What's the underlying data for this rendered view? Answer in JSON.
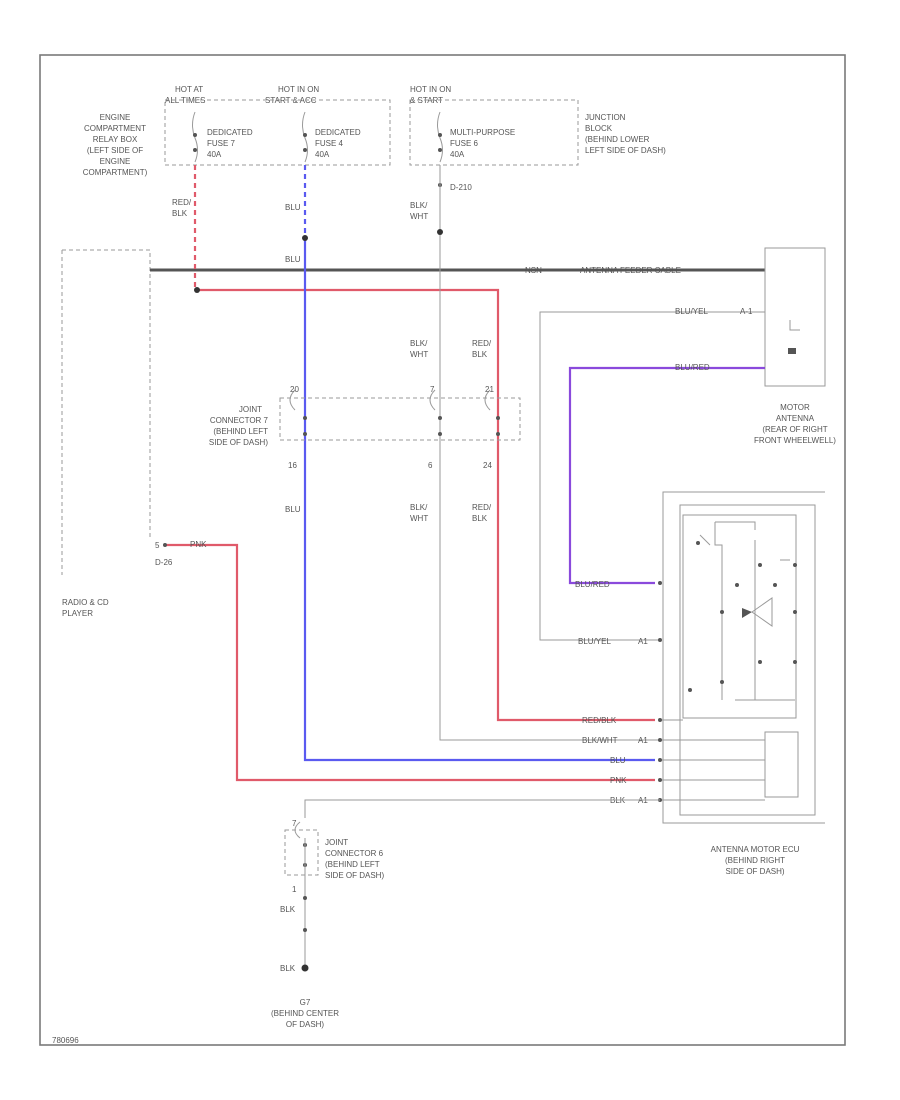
{
  "diagram_id": "780696",
  "colors": {
    "red": "#e05a6a",
    "blue": "#5a5af0",
    "purple": "#8a4adc",
    "gray": "#9a9a9a",
    "cable": "#555555",
    "frame": "#7a7a7a",
    "text": "#555555"
  },
  "power_sources": {
    "hot_at_all_times": {
      "line1": "HOT AT",
      "line2": "ALL TIMES"
    },
    "hot_in_on_start_acc": {
      "line1": "HOT IN ON",
      "line2": "START & ACC"
    },
    "hot_in_on_start": {
      "line1": "HOT IN ON",
      "line2": "& START"
    }
  },
  "engine_relay_box": {
    "lines": [
      "ENGINE",
      "COMPARTMENT",
      "RELAY BOX",
      "(LEFT SIDE OF",
      "ENGINE",
      "COMPARTMENT)"
    ]
  },
  "junction_block": {
    "lines": [
      "JUNCTION",
      "BLOCK",
      "(BEHIND LOWER",
      "LEFT SIDE OF DASH)"
    ]
  },
  "fuses": {
    "fuse7": {
      "lines": [
        "DEDICATED",
        "FUSE 7",
        "40A"
      ]
    },
    "fuse4": {
      "lines": [
        "DEDICATED",
        "FUSE 4",
        "40A"
      ]
    },
    "mp_fuse6": {
      "lines": [
        "MULTI-PURPOSE",
        "FUSE 6",
        "40A"
      ]
    }
  },
  "wire_labels": {
    "red_blk_1": {
      "line1": "RED/",
      "line2": "BLK"
    },
    "blu_1": "BLU",
    "blu_wht_1": {
      "line1": "BLK/",
      "line2": "WHT"
    },
    "blu_2": "BLU",
    "blk_wht_2": {
      "line1": "BLK/",
      "line2": "WHT"
    },
    "red_blk_2": {
      "line1": "RED/",
      "line2": "BLK"
    },
    "blu_3": "BLU",
    "blk_wht_3": {
      "line1": "BLK/",
      "line2": "WHT"
    },
    "red_blk_3": {
      "line1": "RED/",
      "line2": "BLK"
    },
    "pnk": "PNK",
    "blk_1": "BLK",
    "blk_2": "BLK"
  },
  "connectors": {
    "d210": "D-210",
    "d26": "D-26",
    "jc7_pins": [
      "20",
      "7",
      "21"
    ],
    "jc7_pins_bottom": [
      "16",
      "6",
      "24"
    ],
    "jc6_pins": [
      "7",
      "1"
    ]
  },
  "antenna_feeder": {
    "code": "NSN",
    "label": "ANTENNA FEEDER CABLE"
  },
  "motor_wires": {
    "top": {
      "code": "BLU/YEL",
      "pin": "A-1"
    },
    "mid": {
      "code": "BLU/RED",
      "pin": ""
    }
  },
  "motor_antenna": {
    "lines": [
      "MOTOR",
      "ANTENNA",
      "(REAR OF RIGHT",
      "FRONT WHEELWELL)"
    ]
  },
  "joint_connector_7": {
    "lines": [
      "JOINT",
      "CONNECTOR 7",
      "(BEHIND LEFT",
      "SIDE OF DASH)"
    ]
  },
  "joint_connector_6": {
    "lines": [
      "JOINT",
      "CONNECTOR 6",
      "(BEHIND LEFT",
      "SIDE OF DASH)"
    ]
  },
  "radio": {
    "lines": [
      "RADIO & CD",
      "PLAYER"
    ],
    "pin": "5"
  },
  "ecu": {
    "lines": [
      "ANTENNA MOTOR ECU",
      "(BEHIND RIGHT",
      "SIDE OF DASH)"
    ]
  },
  "ecu_wires": [
    {
      "code": "BLU/RED",
      "pin": ""
    },
    {
      "code": "BLU/YEL",
      "pin": "A1"
    },
    {
      "code": "RED/BLK",
      "pin": ""
    },
    {
      "code": "BLK/WHT",
      "pin": "A1"
    },
    {
      "code": "BLU",
      "pin": ""
    },
    {
      "code": "PNK",
      "pin": ""
    },
    {
      "code": "BLK",
      "pin": "A1"
    }
  ],
  "ground": {
    "code": "G7",
    "lines": [
      "(BEHIND CENTER",
      "OF DASH)"
    ]
  }
}
